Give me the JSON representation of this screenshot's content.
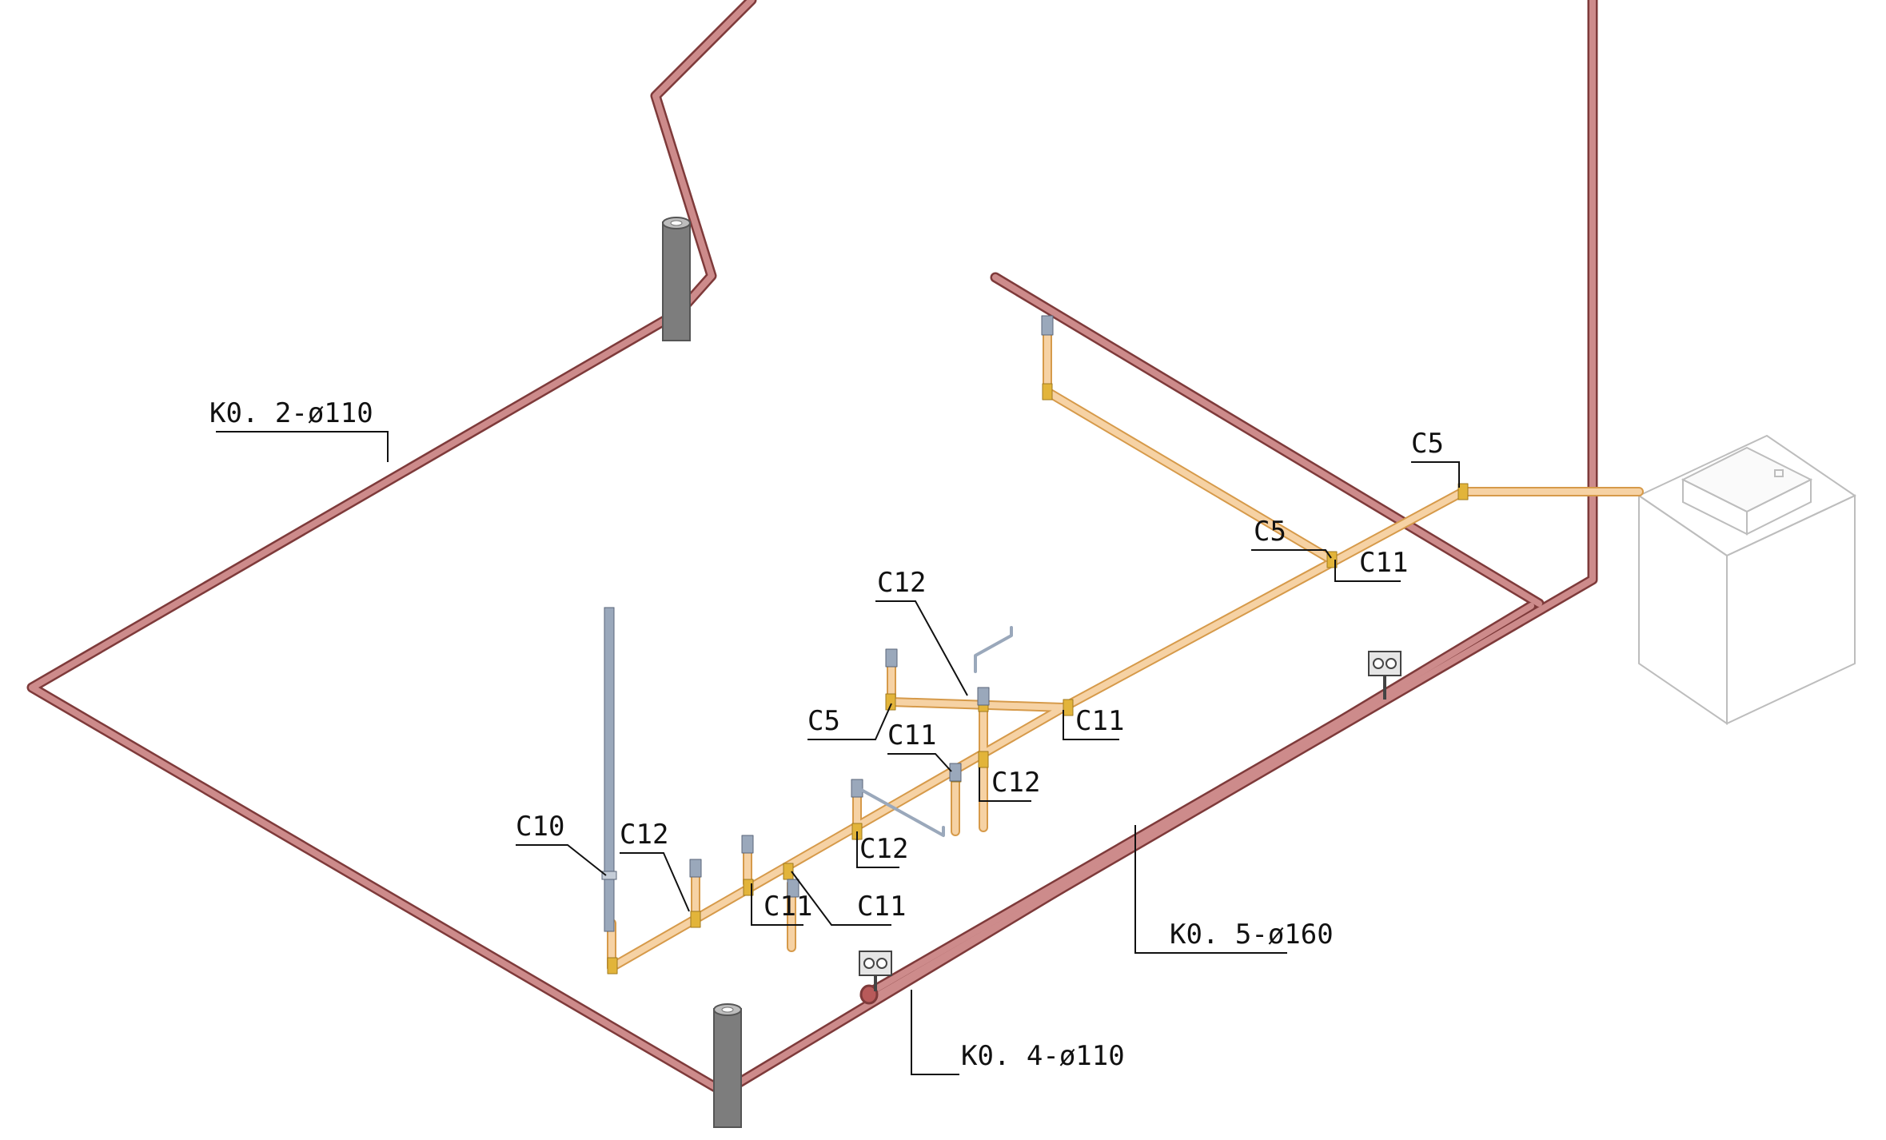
{
  "drawing": {
    "colors": {
      "sewer_pipe": "#cd8b8b",
      "sewer_pipe_edge": "#7e3a3a",
      "water_pipe": "#f6d2a4",
      "water_pipe_edge": "#d69a4a",
      "fitting": "#e2b43a",
      "riser": "#9aa8bb",
      "vent_stack": "#7d7d7d",
      "leader": "#111111"
    },
    "labels": [
      {
        "id": "k02",
        "text": "K0. 2-ø110"
      },
      {
        "id": "k04",
        "text": "K0. 4-ø110"
      },
      {
        "id": "k05",
        "text": "K0. 5-ø160"
      },
      {
        "id": "c5_top",
        "text": "C5"
      },
      {
        "id": "c5_mid",
        "text": "C5"
      },
      {
        "id": "c11_right",
        "text": "C11"
      },
      {
        "id": "c12_top",
        "text": "C12"
      },
      {
        "id": "c5_left",
        "text": "C5"
      },
      {
        "id": "c11_mid",
        "text": "C11"
      },
      {
        "id": "c11_a",
        "text": "C11"
      },
      {
        "id": "c12_mid",
        "text": "C12"
      },
      {
        "id": "c12_low",
        "text": "C12"
      },
      {
        "id": "c10",
        "text": "C10"
      },
      {
        "id": "c12_left",
        "text": "C12"
      },
      {
        "id": "c11_low",
        "text": "C11"
      },
      {
        "id": "c11_bottom",
        "text": "C11"
      }
    ]
  }
}
